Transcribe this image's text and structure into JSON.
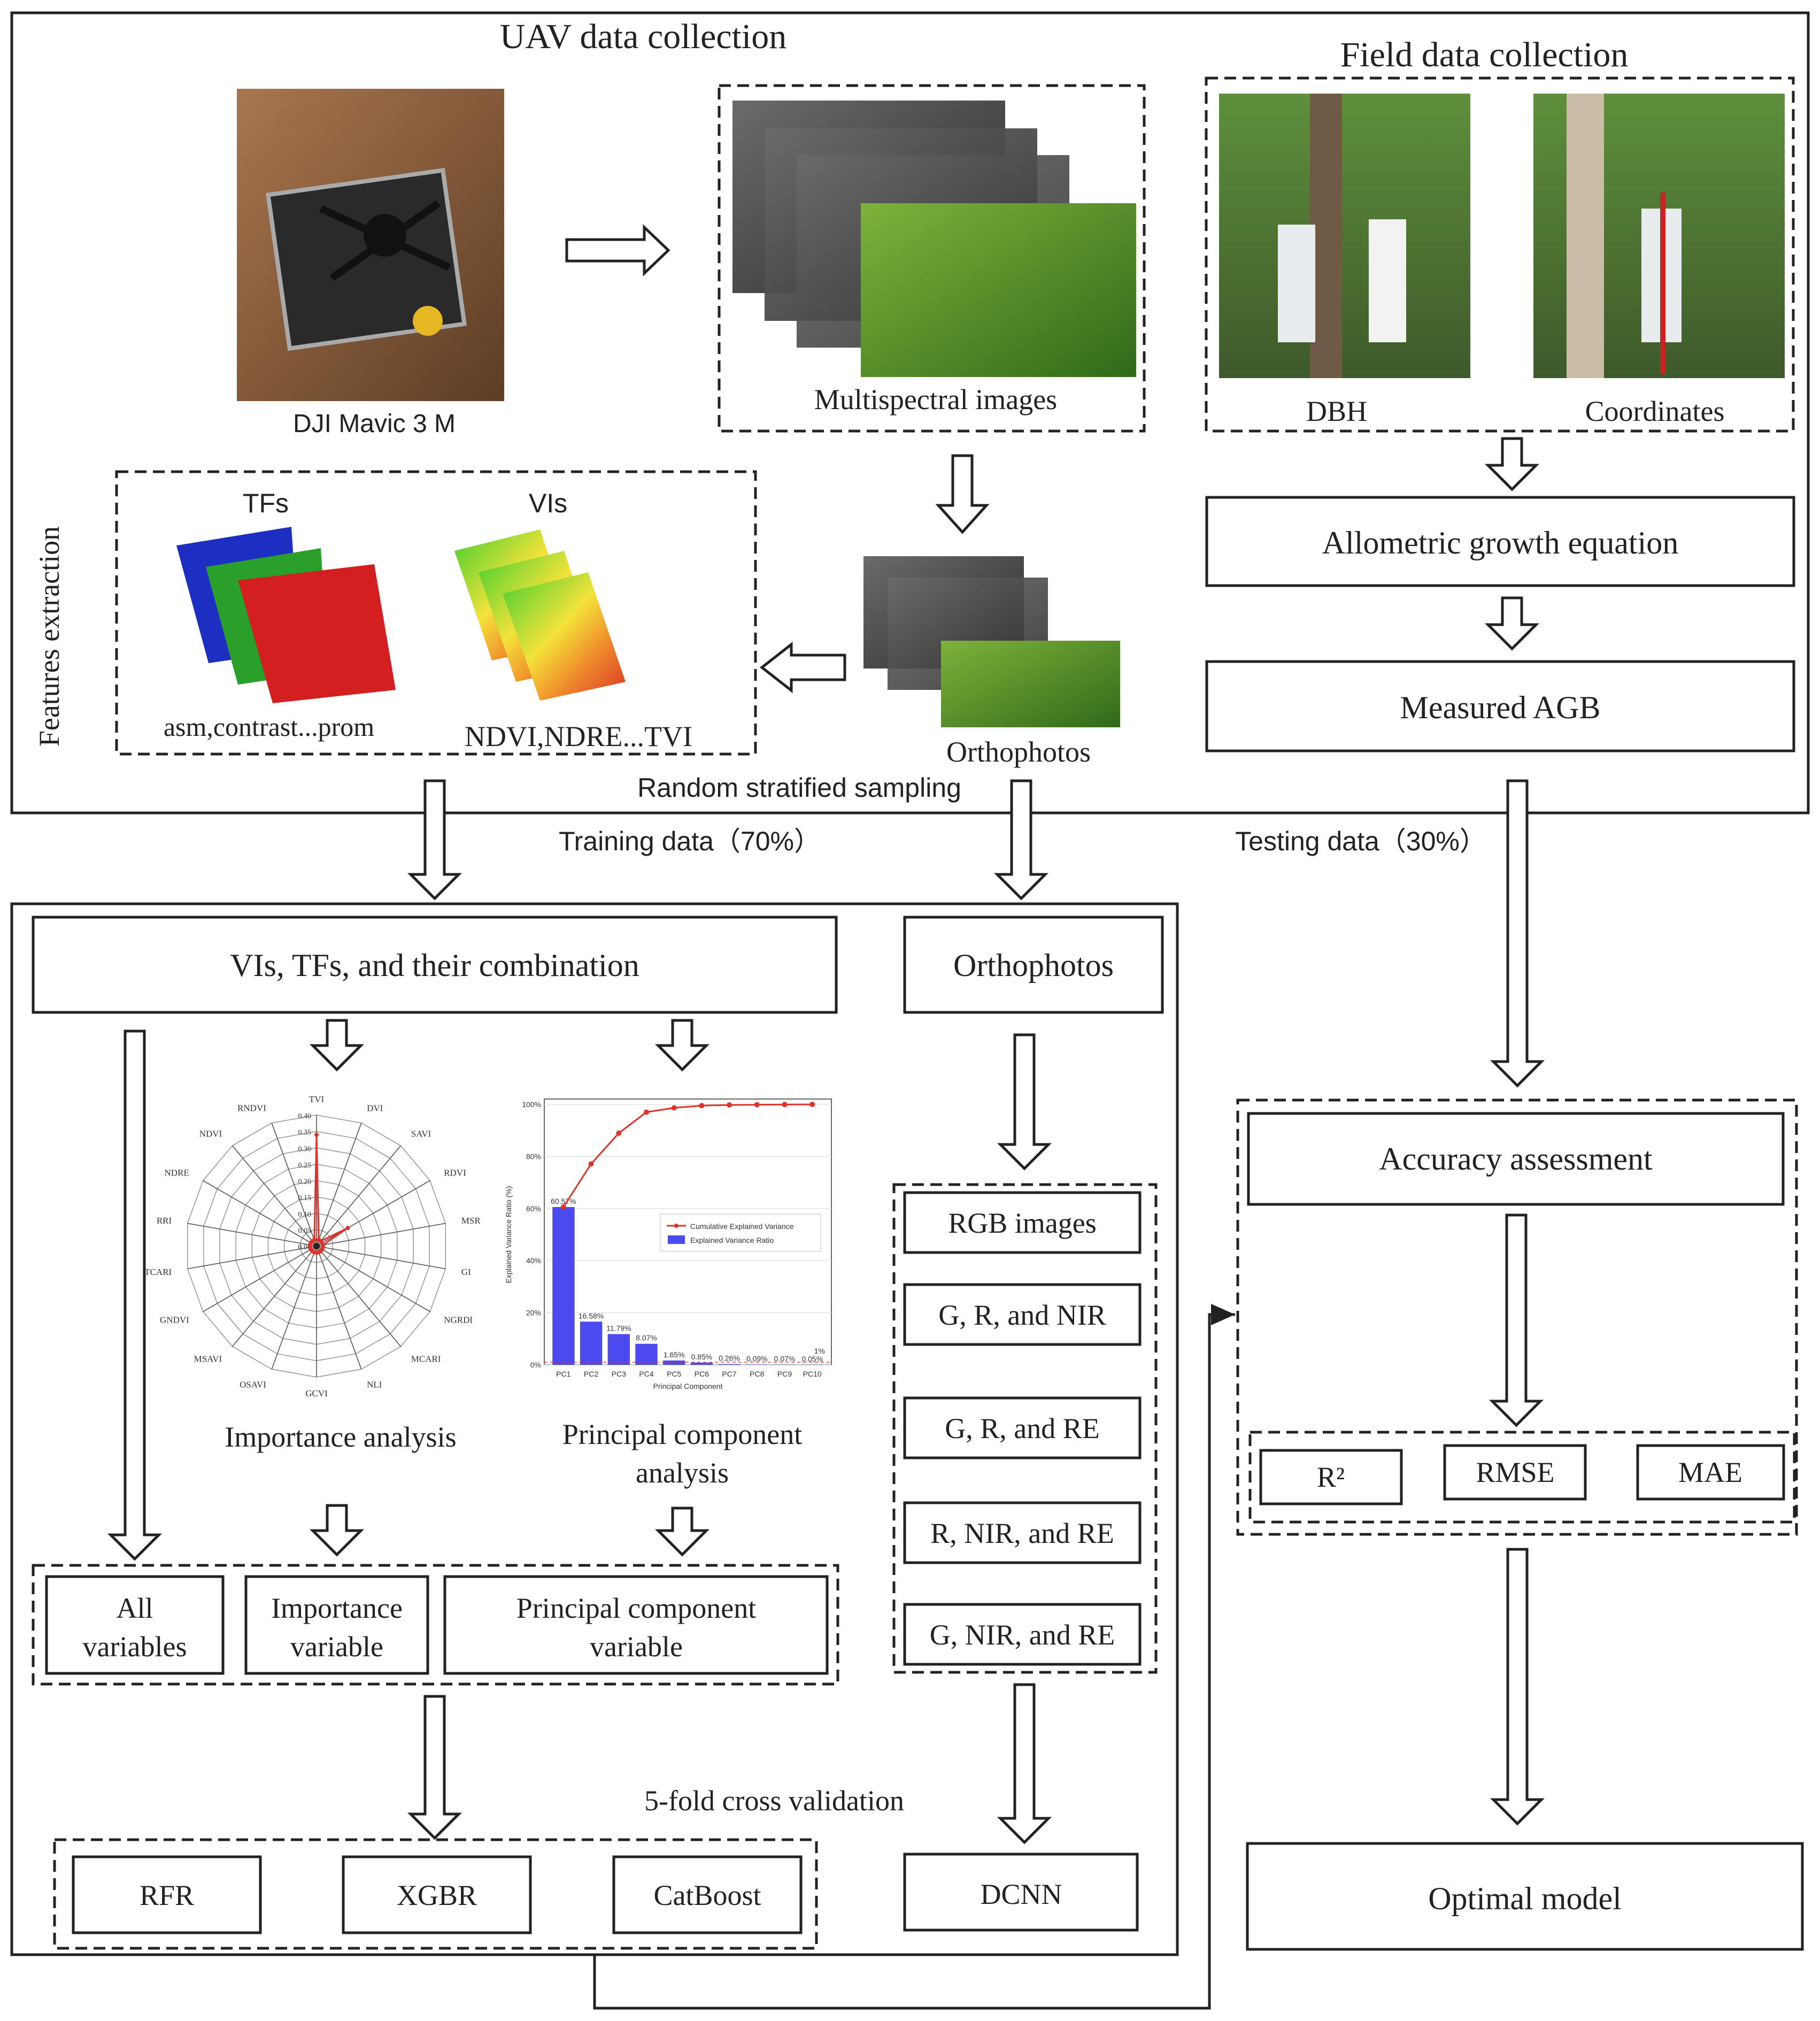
{
  "sections": {
    "uav_title": "UAV data collection",
    "field_title": "Field data collection",
    "features_label": "Features extraction"
  },
  "uav": {
    "drone_caption": "DJI Mavic 3 M",
    "multispectral_caption": "Multispectral images",
    "orthophotos_caption": "Orthophotos"
  },
  "field": {
    "dbh_caption": "DBH",
    "coords_caption": "Coordinates",
    "allometric": "Allometric growth equation",
    "measured_agb": "Measured AGB"
  },
  "features": {
    "tfs_label": "TFs",
    "vis_label": "VIs",
    "tfs_caption": "asm,contrast...prom",
    "vis_caption": "NDVI,NDRE...TVI"
  },
  "sampling": {
    "random_stratified": "Random stratified sampling",
    "training": "Training data（70%）",
    "testing": "Testing data（30%）"
  },
  "ml_branch": {
    "vis_tfs_box": "VIs, TFs, and their combination",
    "importance_caption": "Importance analysis",
    "pca_caption_line1": "Principal component",
    "pca_caption_line2": "analysis",
    "all_vars_line1": "All",
    "all_vars_line2": "variables",
    "imp_var_line1": "Importance",
    "imp_var_line2": "variable",
    "pc_var_line1": "Principal component",
    "pc_var_line2": "variable",
    "cross_validation": "5-fold cross validation",
    "models": [
      "RFR",
      "XGBR",
      "CatBoost"
    ]
  },
  "dl_branch": {
    "orthophotos_box": "Orthophotos",
    "inputs": [
      "RGB images",
      "G, R, and NIR",
      "G, R, and RE",
      "R, NIR, and RE",
      "G, NIR, and RE"
    ],
    "model": "DCNN"
  },
  "assessment": {
    "accuracy": "Accuracy assessment",
    "metrics": [
      "R²",
      "RMSE",
      "MAE"
    ],
    "optimal": "Optimal model"
  },
  "radar_chart": {
    "labels": [
      "TVI",
      "DVI",
      "SAVI",
      "RDVI",
      "MSR",
      "GI",
      "NGRDI",
      "MCARI",
      "NLI",
      "GCVI",
      "OSAVI",
      "MSAVI",
      "GNDVI",
      "TCARI",
      "RRI",
      "NDRE",
      "NDVI",
      "RNDVI"
    ],
    "ticks": [
      "0.40",
      "0.35",
      "0.30",
      "0.25",
      "0.20",
      "0.15",
      "0.10",
      "0.05",
      "0.00"
    ],
    "tick_values": [
      0.4,
      0.35,
      0.3,
      0.25,
      0.2,
      0.15,
      0.1,
      0.05,
      0.0
    ],
    "max": 0.4,
    "values": [
      0.34,
      0.02,
      0.02,
      0.11,
      0.02,
      0.02,
      0.02,
      0.02,
      0.02,
      0.02,
      0.02,
      0.02,
      0.02,
      0.02,
      0.02,
      0.02,
      0.02,
      0.02
    ],
    "line_color": "#e0322a"
  },
  "chart_data": {
    "type": "bar",
    "categories": [
      "PC1",
      "PC2",
      "PC3",
      "PC4",
      "PC5",
      "PC6",
      "PC7",
      "PC8",
      "PC9",
      "PC10"
    ],
    "series": [
      {
        "name": "Explained Variance Ratio",
        "type": "bar",
        "values": [
          60.57,
          16.58,
          11.79,
          8.07,
          1.65,
          0.85,
          0.26,
          0.09,
          0.07,
          0.05
        ],
        "color": "#4a4af0"
      },
      {
        "name": "Cumulative Explained Variance",
        "type": "line",
        "values": [
          60.57,
          77.15,
          88.94,
          97.01,
          98.66,
          99.51,
          99.77,
          99.86,
          99.93,
          99.98
        ],
        "color": "#e0322a"
      }
    ],
    "bar_labels": [
      "60.57%",
      "16.58%",
      "11.79%",
      "8.07%",
      "1.65%",
      "0.85%",
      "0.26%",
      "0.09%",
      "0.07%",
      "0.05%"
    ],
    "threshold_label": "1%",
    "xlabel": "Principal Component",
    "ylabel": "Explained Variance Ratio (%)",
    "yticks": [
      "0%",
      "20%",
      "40%",
      "60%",
      "80%",
      "100%"
    ],
    "ytick_values": [
      0,
      20,
      40,
      60,
      80,
      100
    ],
    "ylim": [
      0,
      100
    ],
    "legend": "right"
  }
}
